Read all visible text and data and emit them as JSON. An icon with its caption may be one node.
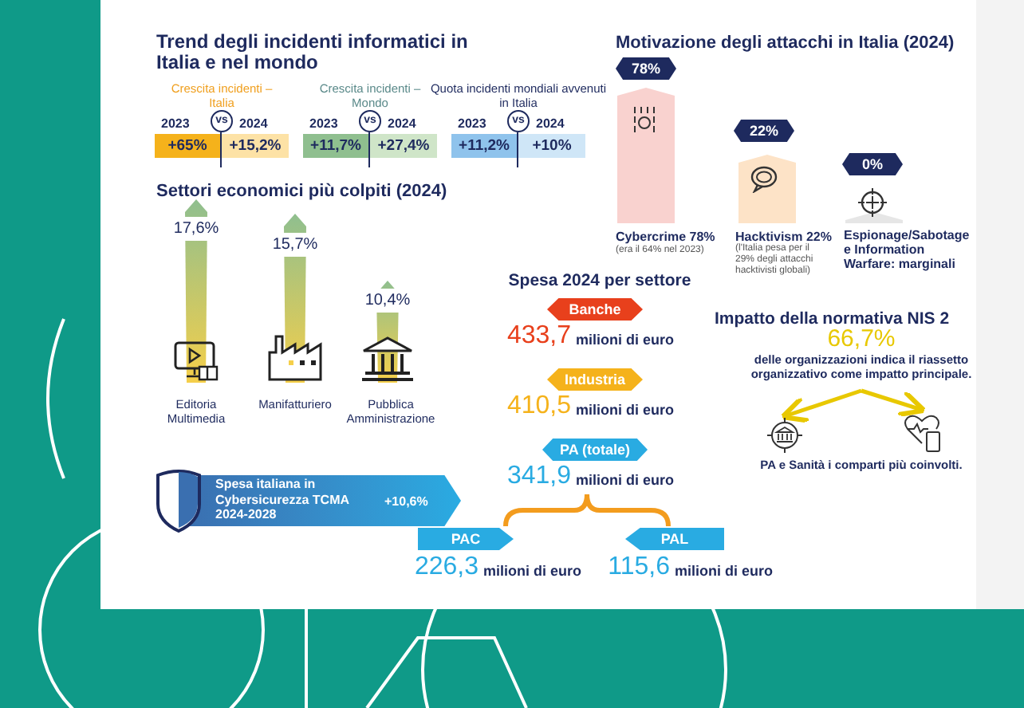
{
  "diagram": {
    "nodes": [
      {
        "text": [
          "Banche"
        ]
      },
      {
        "text": [
          "Industria"
        ]
      },
      {
        "text": [
          "PA (totale)"
        ]
      },
      {
        "text": [
          "PAC"
        ]
      },
      {
        "text": [
          "PAL"
        ]
      },
      {
        "text": [
          "Spesa italiana in Cybersicurezza TCMA 2024-2028",
          "+10,6%"
        ]
      },
      {
        "text": [
          "66,7%",
          "delle organizzazioni indica il riassetto organizzativo come impatto principale."
        ]
      },
      {
        "text": [],
        "shape": "picture"
      },
      {
        "text": [],
        "shape": "picture"
      }
    ],
    "edges": [
      {
        "from": 6,
        "to": 7,
        "arrow": "to"
      },
      {
        "from": 6,
        "to": 8,
        "arrow": "to"
      }
    ],
    "labels": [
      "Trend degli incidenti informatici in Italia e nel mondo",
      "Crescita incidenti – Italia",
      "2023",
      "vs",
      "2024",
      "+65%",
      "+15,2%",
      "Crescita incidenti – Mondo",
      "2023",
      "vs",
      "2024",
      "+11,7%",
      "+27,4%",
      "Quota incidenti mondiali avvenuti in Italia",
      "2023",
      "vs",
      "2024",
      "+11,2%",
      "+10%",
      "Settori economici più colpiti (2024)",
      "17,6%",
      "15,7%",
      "10,4%",
      "Editoria Multimedia",
      "Manifatturiero",
      "Pubblica Amministrazione",
      "Motivazione degli attacchi in Italia (2024)",
      "78%",
      "22%",
      "0%",
      "Cybercrime 78%",
      "(era il 64% nel 2023)",
      "Hacktivism 22%",
      "(l'Italia pesa per il 29% degli attacchi hacktivisti globali)",
      "Espionage/Sabotage e Information Warfare: marginali",
      "Spesa 2024 per settore",
      "433,7",
      "milioni di euro",
      "410,5",
      "milioni di euro",
      "341,9",
      "milioni di euro",
      "226,3",
      "milioni di euro",
      "115,6",
      "milioni di euro",
      "Impatto della normativa NIS 2",
      "PA e Sanità i comparti più coinvolti."
    ]
  }
}
